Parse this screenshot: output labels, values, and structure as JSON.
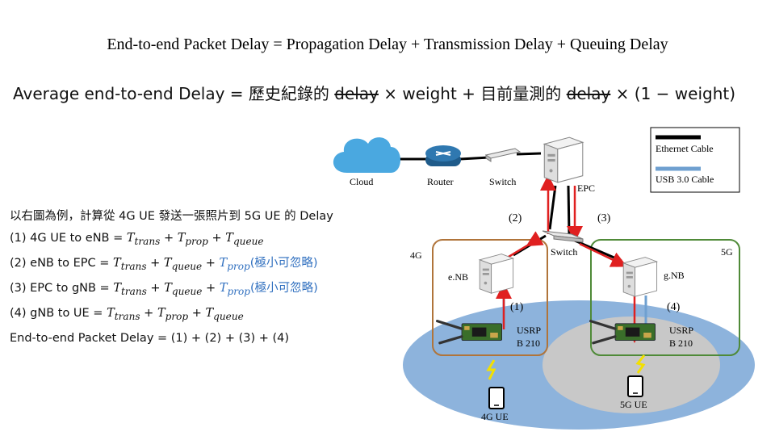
{
  "title": "End-to-end Packet Delay = Propagation Delay + Transmission Delay + Queuing Delay",
  "formula": {
    "lhs": "Average end-to-end Delay = ",
    "history": "歷史紀錄的 ",
    "delay1": "delay",
    "times1": " × weight + ",
    "current": "目前量測的 ",
    "delay2": "delay",
    "times2": " × (1 − weight)"
  },
  "steps": {
    "intro": "以右圖為例，計算從 4G UE 發送一張照片到 5G UE 的 Delay",
    "s1_prefix": "(1) 4G UE to eNB = ",
    "s2_prefix": "(2) eNB to EPC = ",
    "s3_prefix": "(3) EPC to gNB = ",
    "s4_prefix": "(4) gNB to UE = ",
    "t_trans": "T",
    "sub_trans": "trans",
    "sub_prop": "prop",
    "sub_queue": "queue",
    "plus": " + ",
    "tiny": "(極小可忽略)",
    "total": "End-to-end Packet Delay = (1) + (2) + (3) + (4)"
  },
  "legend": {
    "ethernet": "Ethernet Cable",
    "usb": "USB  3.0  Cable"
  },
  "nodes": {
    "cloud": "Cloud",
    "router": "Router",
    "switch_top": "Switch",
    "epc": "EPC",
    "switch_mid": "Switch",
    "enb": "e.NB",
    "gnb": "g.NB",
    "usrp_left_1": "USRP",
    "usrp_left_2": "B 210",
    "usrp_right_1": "USRP",
    "usrp_right_2": "B 210",
    "ue4g": "4G UE",
    "ue5g": "5G UE"
  },
  "areas": {
    "g4": "4G",
    "g5": "5G"
  },
  "links": {
    "l1": "(1)",
    "l2": "(2)",
    "l3": "(3)",
    "l4": "(4)"
  },
  "colors": {
    "ethernet": "#000000",
    "usb": "#6fa0d0",
    "arrow_red": "#e02020",
    "box_4g": "#b0743a",
    "box_5g": "#4f8a38",
    "coverage_blue": "#8db3dc",
    "coverage_gray": "#c8c8c8",
    "cloud": "#4aa8e0",
    "router": "#1f5b8a"
  }
}
